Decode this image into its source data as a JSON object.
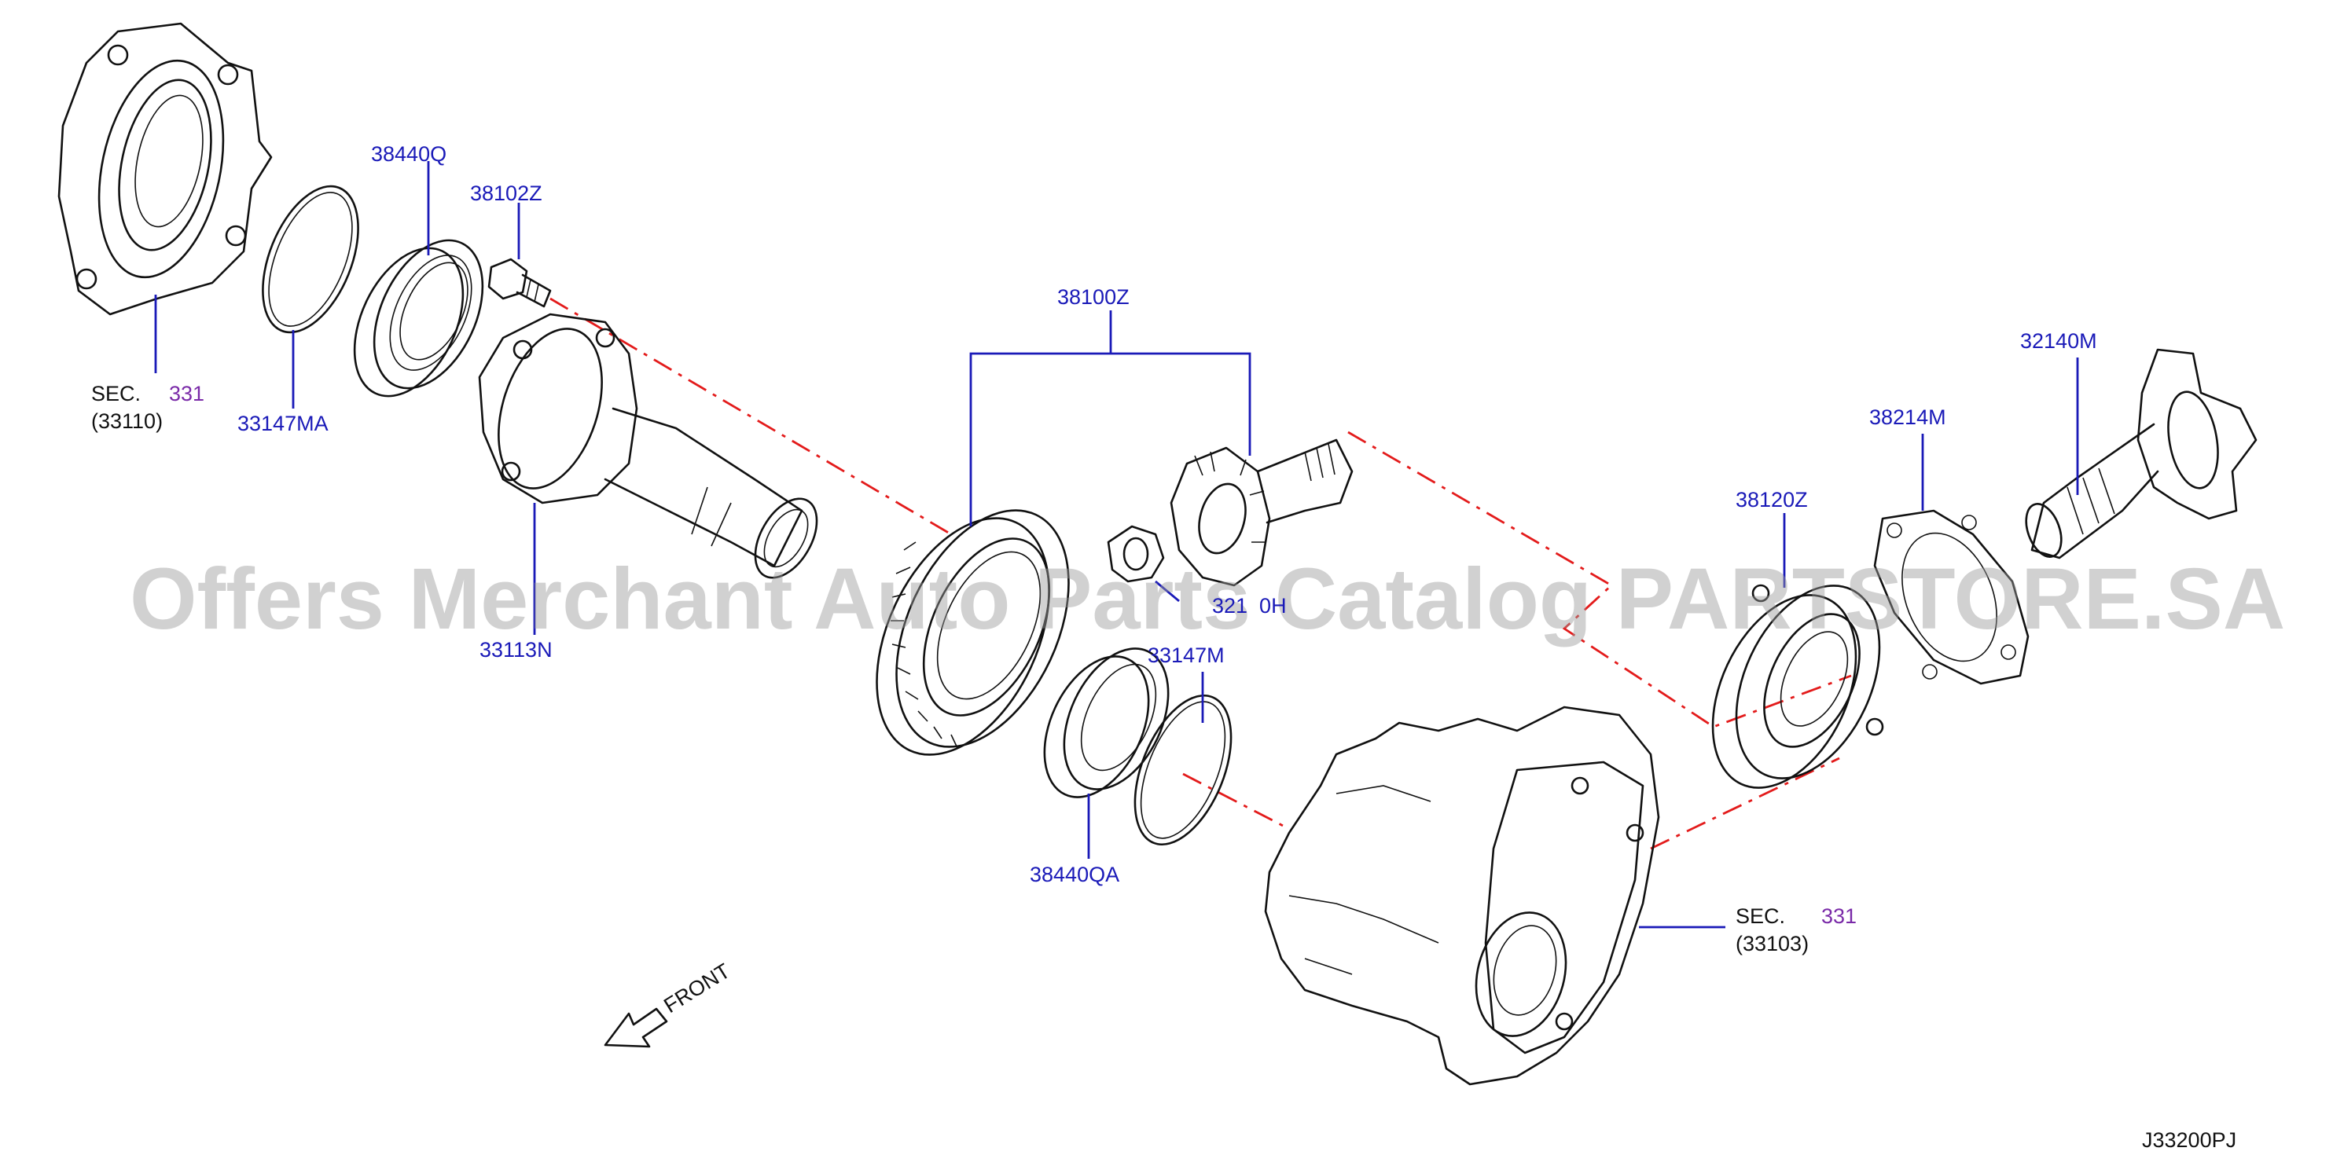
{
  "watermark": "Offers Merchant Auto Parts Catalog PARTSTORE.SA",
  "diagram_code": "J33200PJ",
  "front_label": "FRONT",
  "colors": {
    "part_number": "#1a1ab8",
    "section_ref": "#7a2aa8",
    "line": "#111111",
    "centerline": "#e31b1b"
  },
  "parts": [
    {
      "id": "38440Q",
      "label": "38440Q"
    },
    {
      "id": "38102Z",
      "label": "38102Z"
    },
    {
      "id": "33147MA",
      "label": "33147MA"
    },
    {
      "id": "33113N",
      "label": "33113N"
    },
    {
      "id": "38100Z",
      "label": "38100Z"
    },
    {
      "id": "32140M",
      "label": "32140M"
    },
    {
      "id": "38214M",
      "label": "38214M"
    },
    {
      "id": "38120Z",
      "label": "38120Z"
    },
    {
      "id": "3210H",
      "label": "321  0H"
    },
    {
      "id": "33147M",
      "label": "33147M"
    },
    {
      "id": "38440QA",
      "label": "38440QA"
    }
  ],
  "sections": [
    {
      "id": "sec-33110",
      "prefix": "SEC.",
      "number": "331",
      "sub": "(33110)"
    },
    {
      "id": "sec-33103",
      "prefix": "SEC.",
      "number": "331",
      "sub": "(33103)"
    }
  ]
}
